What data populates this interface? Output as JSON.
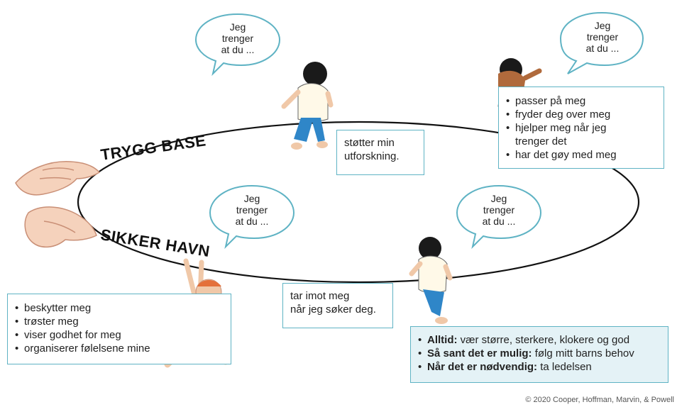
{
  "bubbles": [
    {
      "lines": [
        "Jeg",
        "trenger",
        "at du ..."
      ]
    },
    {
      "lines": [
        "Jeg",
        "trenger",
        "at du ..."
      ]
    },
    {
      "lines": [
        "Jeg",
        "trenger",
        "at du ..."
      ]
    },
    {
      "lines": [
        "Jeg",
        "trenger",
        "at du ..."
      ]
    }
  ],
  "loop_labels": {
    "top": "TRYGG BASE",
    "bottom": "SIKKER HAVN"
  },
  "support_box": {
    "lines": [
      "støtter min",
      "utforskning."
    ]
  },
  "welcome_box": {
    "lines": [
      "tar imot meg",
      "når jeg søker deg."
    ]
  },
  "top_right_list": {
    "items": [
      "passer på meg",
      "fryder deg over meg",
      "hjelper meg når jeg",
      "trenger det",
      "har det gøy med meg"
    ]
  },
  "bottom_left_list": {
    "items": [
      "beskytter meg",
      "trøster meg",
      "viser godhet for meg",
      "organiserer følelsene mine"
    ]
  },
  "bottom_right_list": {
    "items": [
      {
        "bold": "Alltid:",
        "text": " vær større, sterkere, klokere og god"
      },
      {
        "bold": "Så sant det er mulig:",
        "text": " følg mitt barns behov"
      },
      {
        "bold": "Når det er nødvendig:",
        "text": " ta ledelsen"
      }
    ]
  },
  "copyright": "© 2020 Cooper, Hoffman, Marvin, & Powell",
  "colors": {
    "accent": "#5fb3c4",
    "loop": "#111111",
    "skin": "#f0c8a8",
    "shirt_pink": "#e9559a",
    "pants_blue": "#2f86c8"
  }
}
